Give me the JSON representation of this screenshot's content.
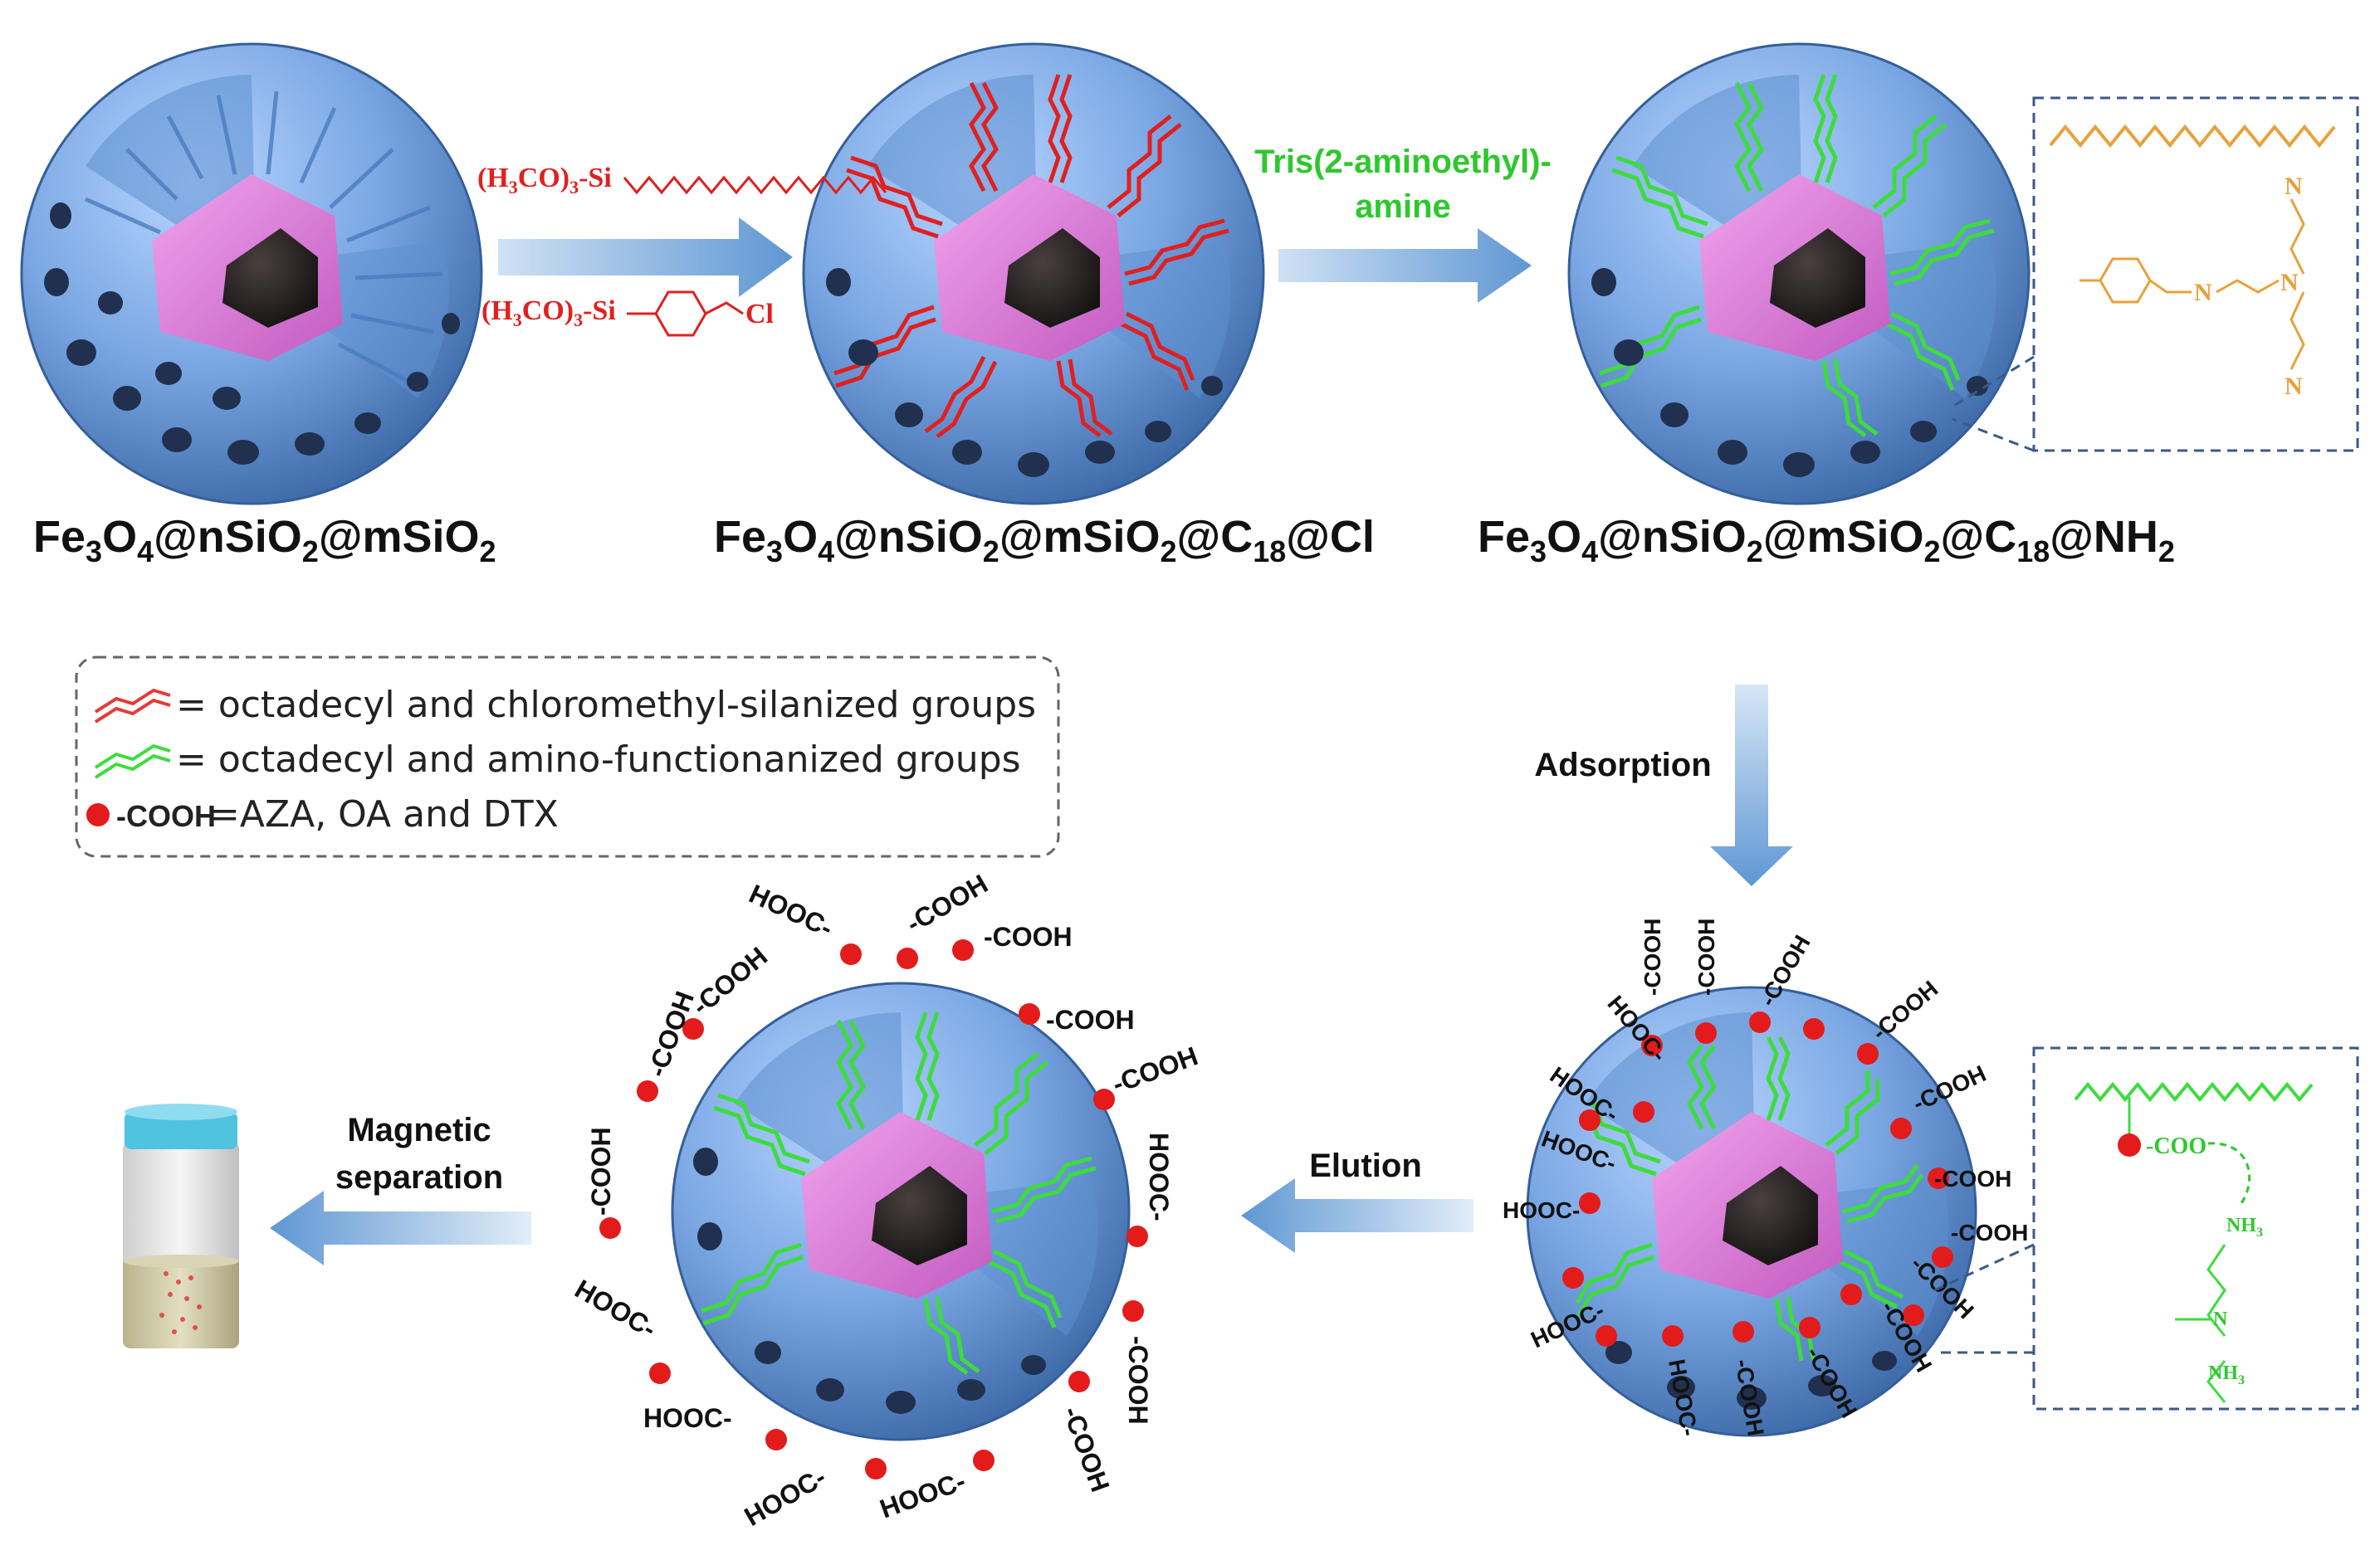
{
  "labels": {
    "particle1": {
      "base": "Fe",
      "s1": "3",
      "b2": "O",
      "s2": "4",
      "b3": "@nSiO",
      "s3": "2",
      "b4": "@mSiO",
      "s4": "2"
    },
    "particle2": {
      "base": "Fe",
      "s1": "3",
      "b2": "O",
      "s2": "4",
      "b3": "@nSiO",
      "s3": "2",
      "b4": "@mSiO",
      "s4": "2",
      "b5": "@C",
      "s5": "18",
      "b6": "@Cl"
    },
    "particle3": {
      "base": "Fe",
      "s1": "3",
      "b2": "O",
      "s2": "4",
      "b3": "@nSiO",
      "s3": "2",
      "b4": "@mSiO",
      "s4": "2",
      "b5": "@C",
      "s5": "18",
      "b6": "@NH",
      "s6": "2"
    }
  },
  "reagents": {
    "silane1": {
      "pre": "(H",
      "s1": "3",
      "mid": "CO)",
      "s2": "3",
      "post": "-Si"
    },
    "silane2": {
      "pre": "(H",
      "s1": "3",
      "mid": "CO)",
      "s2": "3",
      "post": "-Si"
    },
    "cl": "Cl",
    "tris_line1": "Tris(2-aminoethyl)-",
    "tris_line2": "amine"
  },
  "steps": {
    "adsorption": "Adsorption",
    "elution": "Elution",
    "magnetic_line1": "Magnetic",
    "magnetic_line2": "separation"
  },
  "legend": {
    "red_text": "= octadecyl and chloromethyl-silanized groups",
    "green_text": "= octadecyl and amino-functionanized groups",
    "dot_text_1": "-COOH",
    "dot_text_2": " =AZA, OA and DTX"
  },
  "inset1": {
    "n": "N"
  },
  "inset2": {
    "coo": "-COO",
    "nh3": "NH",
    "nh3_sub": "3",
    "n": "N"
  },
  "acid": {
    "cooh": "-COOH",
    "hooc": "HOOC-"
  },
  "colors": {
    "sphere": "#7aa6e0",
    "sphere_dark": "#3f6fae",
    "shell": "#e47be0",
    "core": "#2a2424",
    "red_chain": "#e53935",
    "green_chain": "#3ddc3d",
    "orange_chain": "#e8a13a",
    "dot": "#e31b1b",
    "arrow": "#6fa3d8"
  }
}
